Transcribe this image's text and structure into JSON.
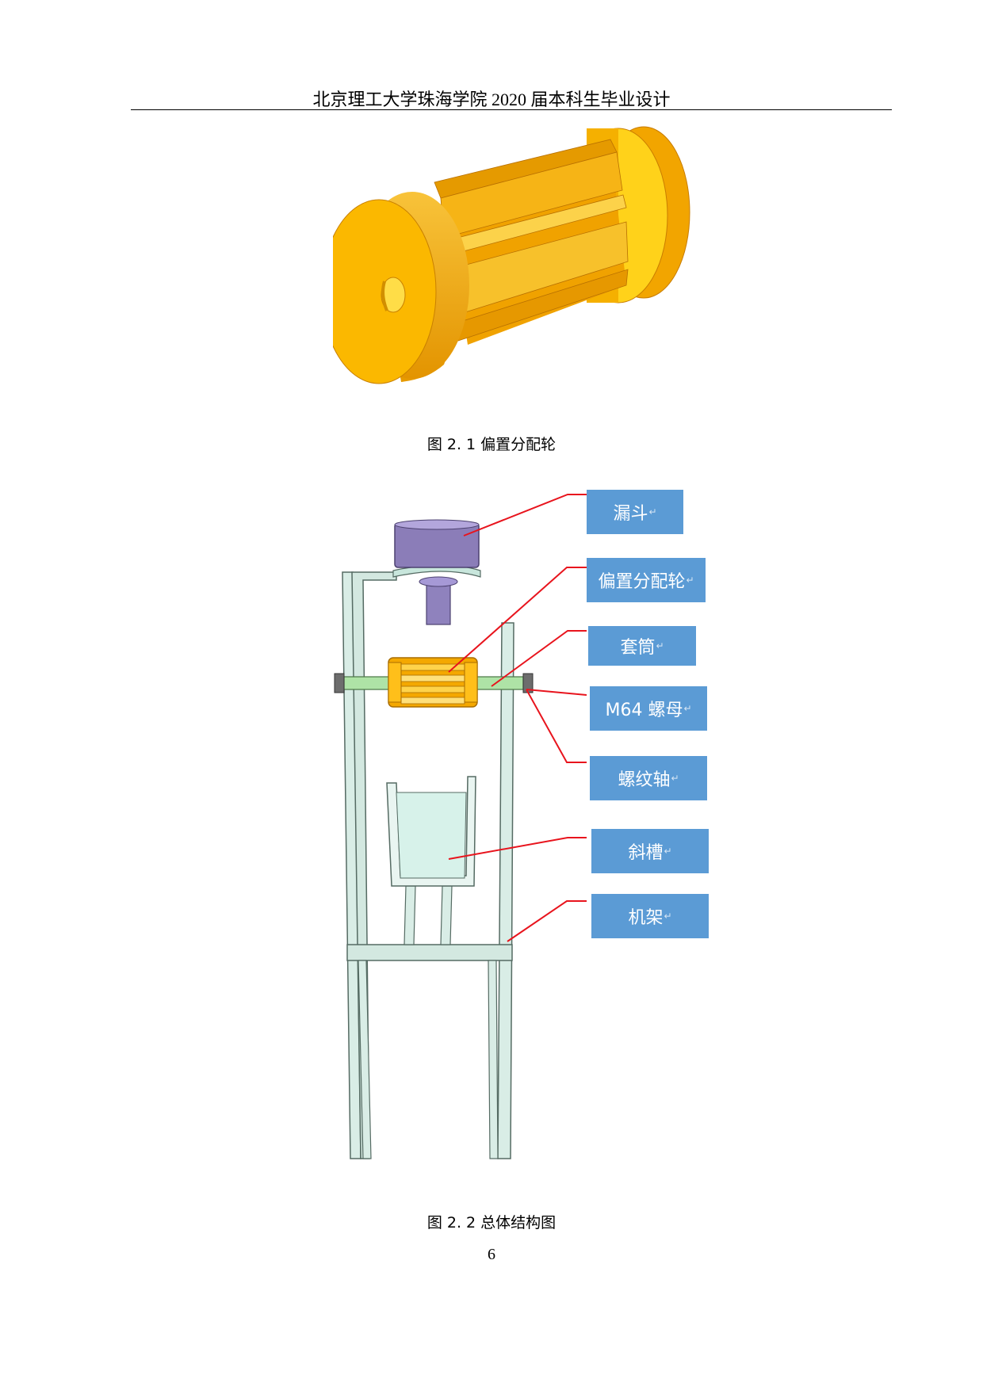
{
  "header": {
    "title": "北京理工大学珠海学院 2020 届本科生毕业设计"
  },
  "figure1": {
    "caption": "图 2. 1  偏置分配轮",
    "part_color": "#f4ac00"
  },
  "figure2": {
    "caption": "图 2. 2  总体结构图",
    "leader_color": "#e8141d",
    "label_color": "#5b9bd5",
    "labels": [
      {
        "text": "漏斗",
        "mark": "↵"
      },
      {
        "text": "偏置分配轮",
        "mark": "↵"
      },
      {
        "text": "套筒",
        "mark": "↵"
      },
      {
        "text": "M64 螺母",
        "mark": "↵"
      },
      {
        "text": "螺纹轴",
        "mark": "↵"
      },
      {
        "text": "斜槽",
        "mark": "↵"
      },
      {
        "text": "机架",
        "mark": "↵"
      }
    ]
  },
  "page_number": "6"
}
